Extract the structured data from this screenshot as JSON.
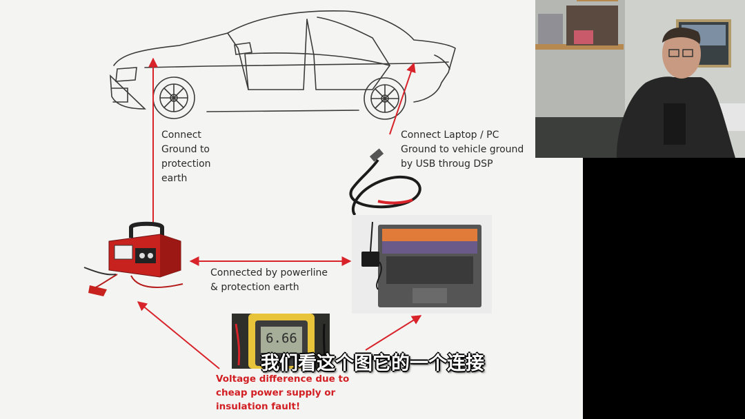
{
  "slide": {
    "label_ground": "Connect\nGround to\nprotection\nearth",
    "label_laptop": "Connect Laptop / PC\nGround to vehicle ground\nby USB throug DSP",
    "label_powerline": "Connected by powerline\n& protection earth",
    "label_voltage": "Voltage difference due to\ncheap power supply or\ninsulation fault!",
    "multimeter_reading": "6.66",
    "arrow_color": "#d8232a"
  },
  "subtitle": {
    "text": "我们看这个图它的一个连接"
  }
}
